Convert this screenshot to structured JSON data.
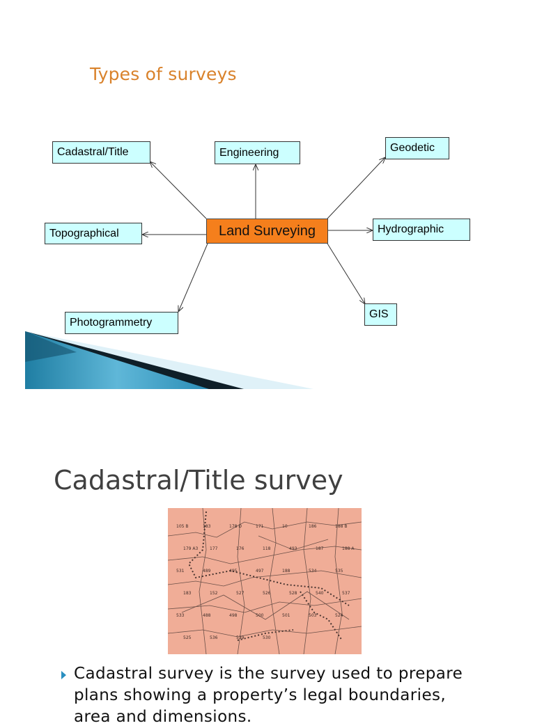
{
  "slide1": {
    "title": "Types of surveys",
    "center": "Land Surveying",
    "nodes": {
      "cadastral": "Cadastral/Title",
      "engineering": "Engineering",
      "geodetic": "Geodetic",
      "topographical": "Topographical",
      "hydrographic": "Hydrographic",
      "photogrammetry": "Photogrammetry",
      "gis": "GIS"
    }
  },
  "slide2": {
    "title": "Cadastral/Title survey",
    "map_labels": [
      "105 B",
      "183",
      "178 D",
      "171",
      "10",
      "186",
      "188 B",
      "179 A3",
      "177",
      "176",
      "118",
      "493",
      "187",
      "188 A",
      "531",
      "489",
      "495",
      "497",
      "188",
      "534",
      "535",
      "183",
      "152",
      "527",
      "526",
      "528",
      "540",
      "537",
      "533",
      "488",
      "498",
      "500",
      "501",
      "503",
      "524",
      "525",
      "536",
      "539",
      "530"
    ],
    "bullet": "Cadastral survey is the survey used to prepare plans showing a property’s legal boundaries, area and dimensions."
  }
}
